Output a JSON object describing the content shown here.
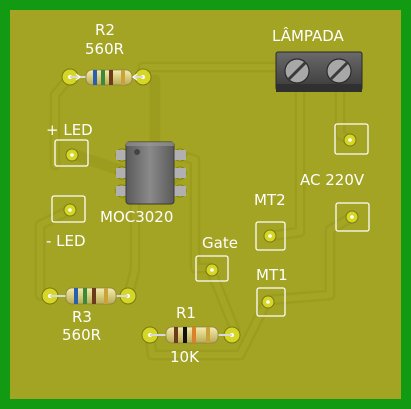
{
  "colors": {
    "board_border": "#129a12",
    "board_fill": "#a3a324",
    "trace": "#9c9c1e",
    "trace_edge": "#6f6f10",
    "pad": "#d6d626",
    "silk": "#ffffff",
    "chip": "#6b6b6b",
    "terminal": "#4a4a4a"
  },
  "labels": {
    "r2": "R2",
    "r2_value": "560R",
    "lamp": "LÂMPADA",
    "plus_led": "+ LED",
    "minus_led": "- LED",
    "ic": "MOC3020",
    "mt2": "MT2",
    "ac": "AC 220V",
    "gate": "Gate",
    "mt1": "MT1",
    "r3": "R3",
    "r3_value": "560R",
    "r1": "R1",
    "r1_value": "10K"
  }
}
